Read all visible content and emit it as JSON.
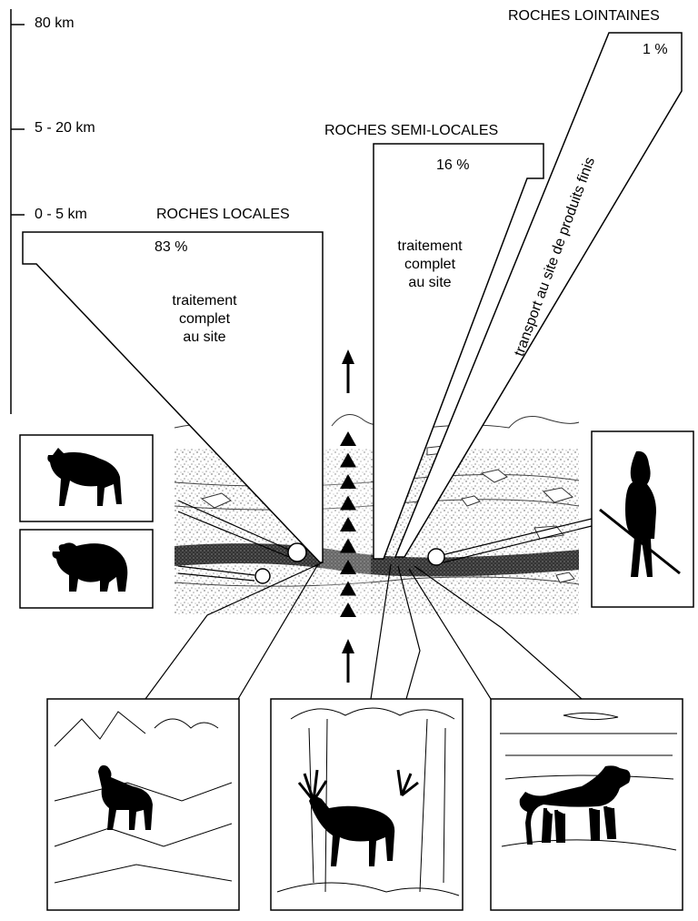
{
  "scale": {
    "ticks": [
      "80 km",
      "5 - 20 km",
      "0 - 5 km"
    ]
  },
  "zones": {
    "local": {
      "title": "ROCHES LOCALES",
      "percent": "83 %",
      "note_lines": [
        "traitement",
        "complet",
        "au site"
      ]
    },
    "semi_local": {
      "title": "ROCHES SEMI-LOCALES",
      "percent": "16 %",
      "note_lines": [
        "traitement",
        "complet",
        "au site"
      ]
    },
    "distant": {
      "title": "ROCHES LOINTAINES",
      "percent": "1 %",
      "note": "transport au site de produits finis"
    }
  },
  "icons": {
    "panels": [
      "hyena-icon",
      "bear-icon",
      "human-hunter-icon",
      "ibex-landscape-icon",
      "deer-forest-icon",
      "horse-steppe-icon"
    ],
    "arrows": [
      "up-arrow-icon",
      "up-arrow-icon"
    ]
  },
  "colors": {
    "ink": "#000000",
    "paper": "#ffffff",
    "stipple": "#777777"
  }
}
